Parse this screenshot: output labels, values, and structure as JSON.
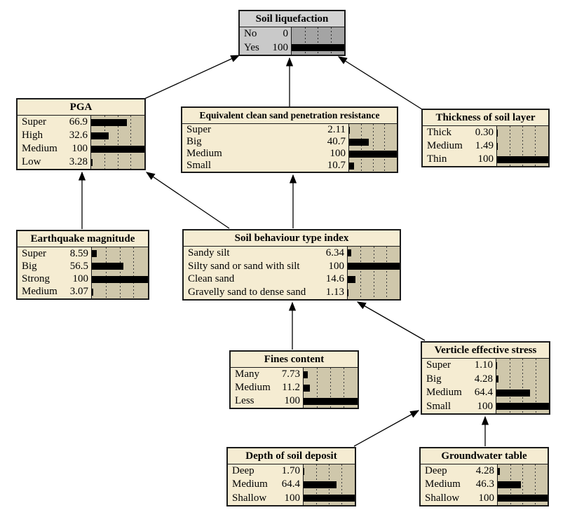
{
  "colors": {
    "background": "#ffffff",
    "node_fill": "#f5ecd2",
    "node_border": "#1a1a1a",
    "panel_fill": "#cfc7ab",
    "grid_line": "#3c3c3c",
    "bar": "#000000",
    "selected_fill": "#c9c9c9",
    "selected_title": "#d3d3d3",
    "selected_panel": "#a4a4a4",
    "edge": "#000000"
  },
  "nodes": [
    {
      "id": "soil-liquefaction",
      "title": "Soil liquefaction",
      "selected": true,
      "states": [
        {
          "label": "No",
          "value": "0"
        },
        {
          "label": "Yes",
          "value": "100"
        }
      ]
    },
    {
      "id": "pga",
      "title": "PGA",
      "states": [
        {
          "label": "Super",
          "value": "66.9"
        },
        {
          "label": "High",
          "value": "32.6"
        },
        {
          "label": "Medium",
          "value": "100"
        },
        {
          "label": "Low",
          "value": "3.28"
        }
      ]
    },
    {
      "id": "equivalent-clean-sand-penetration-resistance",
      "title": "Equivalent clean sand penetration resistance",
      "states": [
        {
          "label": "Super",
          "value": "2.11"
        },
        {
          "label": "Big",
          "value": "40.7"
        },
        {
          "label": "Medium",
          "value": "100"
        },
        {
          "label": "Small",
          "value": "10.7"
        }
      ]
    },
    {
      "id": "thickness-of-soil-layer",
      "title": "Thickness of soil layer",
      "states": [
        {
          "label": "Thick",
          "value": "0.30"
        },
        {
          "label": "Medium",
          "value": "1.49"
        },
        {
          "label": "Thin",
          "value": "100"
        }
      ]
    },
    {
      "id": "earthquake-magnitude",
      "title": "Earthquake magnitude",
      "states": [
        {
          "label": "Super",
          "value": "8.59"
        },
        {
          "label": "Big",
          "value": "56.5"
        },
        {
          "label": "Strong",
          "value": "100"
        },
        {
          "label": "Medium",
          "value": "3.07"
        }
      ]
    },
    {
      "id": "soil-behaviour-type-index",
      "title": "Soil behaviour type index",
      "states": [
        {
          "label": "Sandy silt",
          "value": "6.34"
        },
        {
          "label": "Silty sand or sand with silt",
          "value": "100"
        },
        {
          "label": "Clean sand",
          "value": "14.6"
        },
        {
          "label": "Gravelly sand to dense sand",
          "value": "1.13"
        }
      ]
    },
    {
      "id": "fines-content",
      "title": "Fines content",
      "states": [
        {
          "label": "Many",
          "value": "7.73"
        },
        {
          "label": "Medium",
          "value": "11.2"
        },
        {
          "label": "Less",
          "value": "100"
        }
      ]
    },
    {
      "id": "verticle-effective-stress",
      "title": "Verticle effective stress",
      "states": [
        {
          "label": "Super",
          "value": "1.10"
        },
        {
          "label": "Big",
          "value": "4.28"
        },
        {
          "label": "Medium",
          "value": "64.4"
        },
        {
          "label": "Small",
          "value": "100"
        }
      ]
    },
    {
      "id": "depth-of-soil-deposit",
      "title": "Depth of soil deposit",
      "states": [
        {
          "label": "Deep",
          "value": "1.70"
        },
        {
          "label": "Medium",
          "value": "64.4"
        },
        {
          "label": "Shallow",
          "value": "100"
        }
      ]
    },
    {
      "id": "groundwater-table",
      "title": "Groundwater table",
      "states": [
        {
          "label": "Deep",
          "value": "4.28"
        },
        {
          "label": "Medium",
          "value": "46.3"
        },
        {
          "label": "Shallow",
          "value": "100"
        }
      ]
    }
  ],
  "edges": [
    {
      "from": "PGA",
      "to": "Soil liquefaction"
    },
    {
      "from": "Equivalent clean sand penetration resistance",
      "to": "Soil liquefaction"
    },
    {
      "from": "Thickness of soil layer",
      "to": "Soil liquefaction"
    },
    {
      "from": "Earthquake magnitude",
      "to": "PGA"
    },
    {
      "from": "Soil behaviour type index",
      "to": "PGA"
    },
    {
      "from": "Soil behaviour type index",
      "to": "Equivalent clean sand penetration resistance"
    },
    {
      "from": "Fines content",
      "to": "Soil behaviour type index"
    },
    {
      "from": "Verticle effective stress",
      "to": "Soil behaviour type index"
    },
    {
      "from": "Depth of soil deposit",
      "to": "Verticle effective stress"
    },
    {
      "from": "Groundwater table",
      "to": "Verticle effective stress"
    }
  ]
}
